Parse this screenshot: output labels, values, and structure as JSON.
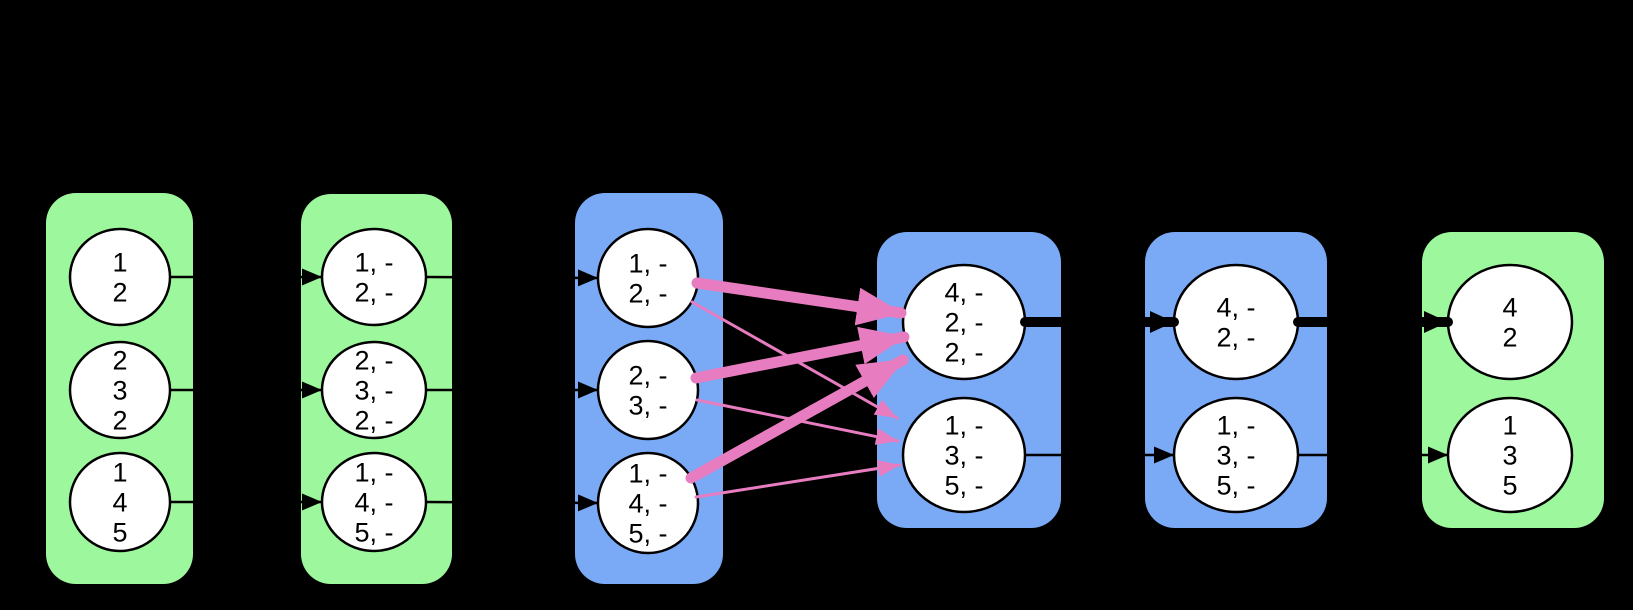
{
  "diagram": {
    "background": "#000000",
    "palette": {
      "stage_green": "#9df89d",
      "stage_blue": "#7aa9f6",
      "edge_pink": "#e87cc0",
      "node_fill": "#ffffff",
      "ink_black": "#000000"
    },
    "stages": [
      {
        "name": "stage-1",
        "fill": "green",
        "nodes": [
          {
            "lines": [
              "1",
              "2"
            ]
          },
          {
            "lines": [
              "2",
              "3",
              "2"
            ]
          },
          {
            "lines": [
              "1",
              "4",
              "5"
            ]
          }
        ]
      },
      {
        "name": "stage-2",
        "fill": "green",
        "nodes": [
          {
            "lines": [
              "1, -",
              "2, -"
            ]
          },
          {
            "lines": [
              "2, -",
              "3, -",
              "2, -"
            ]
          },
          {
            "lines": [
              "1, -",
              "4, -",
              "5, -"
            ]
          }
        ]
      },
      {
        "name": "stage-3",
        "fill": "blue",
        "nodes": [
          {
            "lines": [
              "1, -",
              "2, -"
            ]
          },
          {
            "lines": [
              "2, -",
              "3, -"
            ]
          },
          {
            "lines": [
              "1, -",
              "4, -",
              "5, -"
            ]
          }
        ]
      },
      {
        "name": "stage-4",
        "fill": "blue",
        "nodes": [
          {
            "lines": [
              "4, -",
              "2, -",
              "2, -"
            ]
          },
          {
            "lines": [
              "1, -",
              "3, -",
              "5, -"
            ]
          }
        ]
      },
      {
        "name": "stage-5",
        "fill": "blue",
        "nodes": [
          {
            "lines": [
              "4, -",
              "2, -"
            ]
          },
          {
            "lines": [
              "1, -",
              "3, -",
              "5, -"
            ]
          }
        ]
      },
      {
        "name": "stage-6",
        "fill": "green",
        "nodes": [
          {
            "lines": [
              "4",
              "2"
            ]
          },
          {
            "lines": [
              "1",
              "3",
              "5"
            ]
          }
        ]
      }
    ],
    "edges": [
      {
        "from": "stage-1.node-1",
        "to": "stage-2.node-1",
        "color": "black",
        "weight": "thin"
      },
      {
        "from": "stage-1.node-2",
        "to": "stage-2.node-2",
        "color": "black",
        "weight": "thin"
      },
      {
        "from": "stage-1.node-3",
        "to": "stage-2.node-3",
        "color": "black",
        "weight": "thin"
      },
      {
        "from": "stage-2.node-1",
        "to": "stage-3.node-1",
        "color": "black",
        "weight": "thin"
      },
      {
        "from": "stage-2.node-2",
        "to": "stage-3.node-2",
        "color": "black",
        "weight": "thin"
      },
      {
        "from": "stage-2.node-3",
        "to": "stage-3.node-3",
        "color": "black",
        "weight": "thin"
      },
      {
        "from": "stage-3.node-1",
        "to": "stage-4.node-1",
        "color": "pink",
        "weight": "thick"
      },
      {
        "from": "stage-3.node-2",
        "to": "stage-4.node-1",
        "color": "pink",
        "weight": "thick"
      },
      {
        "from": "stage-3.node-3",
        "to": "stage-4.node-1",
        "color": "pink",
        "weight": "thick"
      },
      {
        "from": "stage-3.node-1",
        "to": "stage-4.node-2",
        "color": "pink",
        "weight": "thin"
      },
      {
        "from": "stage-3.node-2",
        "to": "stage-4.node-2",
        "color": "pink",
        "weight": "thin"
      },
      {
        "from": "stage-3.node-3",
        "to": "stage-4.node-2",
        "color": "pink",
        "weight": "thin"
      },
      {
        "from": "stage-4.node-1",
        "to": "stage-5.node-1",
        "color": "black",
        "weight": "thick"
      },
      {
        "from": "stage-4.node-2",
        "to": "stage-5.node-2",
        "color": "black",
        "weight": "thin"
      },
      {
        "from": "stage-5.node-1",
        "to": "stage-6.node-1",
        "color": "black",
        "weight": "thick"
      },
      {
        "from": "stage-5.node-2",
        "to": "stage-6.node-2",
        "color": "black",
        "weight": "thin"
      }
    ]
  }
}
